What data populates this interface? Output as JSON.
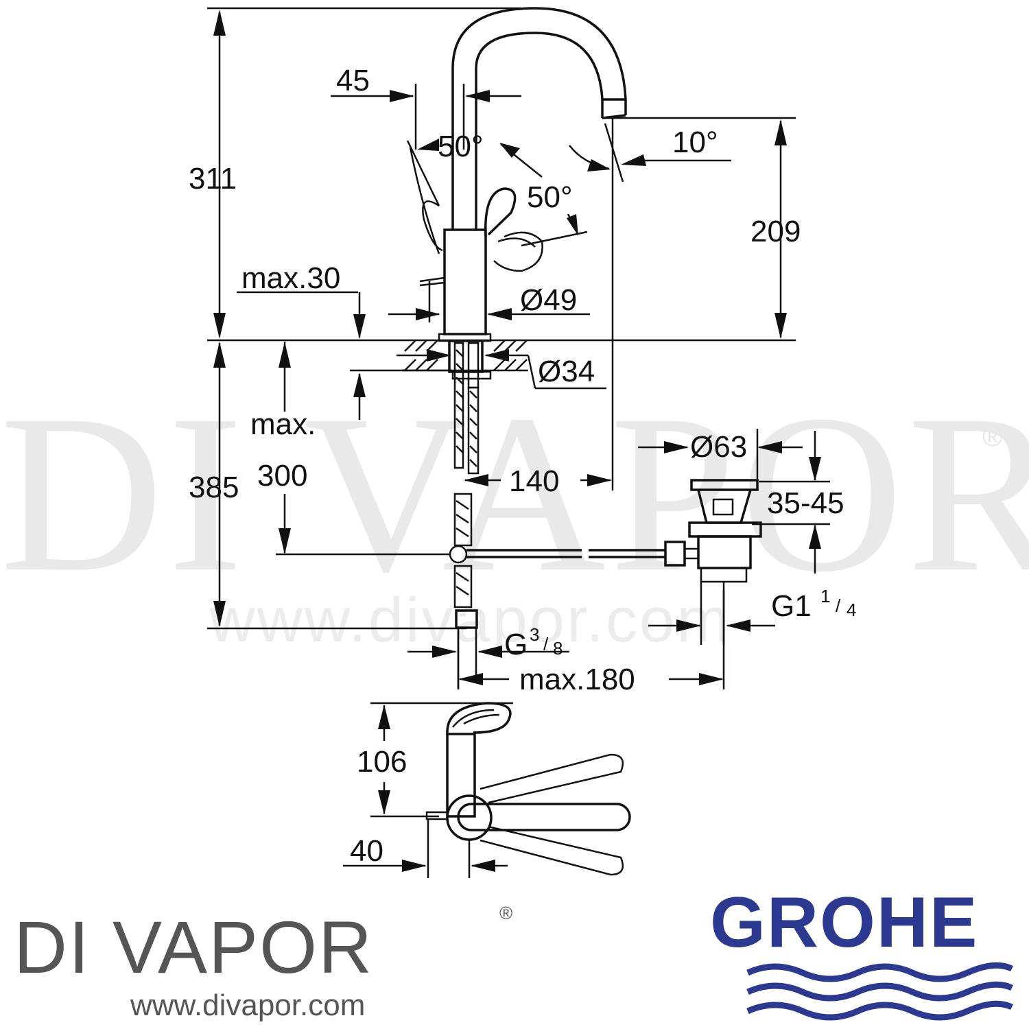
{
  "watermark": {
    "name": "DI VAPOR",
    "registered": "®",
    "url": "www.divapor.com"
  },
  "dimensions": {
    "d45": "45",
    "angle_50_a": "50°",
    "angle_50_b": "50°",
    "angle_10": "10°",
    "d311": "311",
    "d209": "209",
    "max30": "max.30",
    "dia49": "Ø49",
    "dia34": "Ø34",
    "max_label": "max.",
    "d300": "300",
    "d385": "385",
    "d140": "140",
    "dia63": "Ø63",
    "d35_45": "35-45",
    "g1_main": "G1",
    "g1_num": "1",
    "g1_den": "4",
    "g38_main": "G",
    "g38_num": "3",
    "g38_den": "8",
    "max180": "max.180",
    "d106": "106",
    "d40": "40"
  },
  "footer": {
    "brand": "DI VAPOR",
    "registered": "®",
    "url": "www.divapor.com",
    "manufacturer": "GROHE"
  },
  "colors": {
    "line": "#111111",
    "grohe_blue": "#2b3990",
    "logo_gray": "#555555",
    "watermark": "#e9e9e9"
  }
}
